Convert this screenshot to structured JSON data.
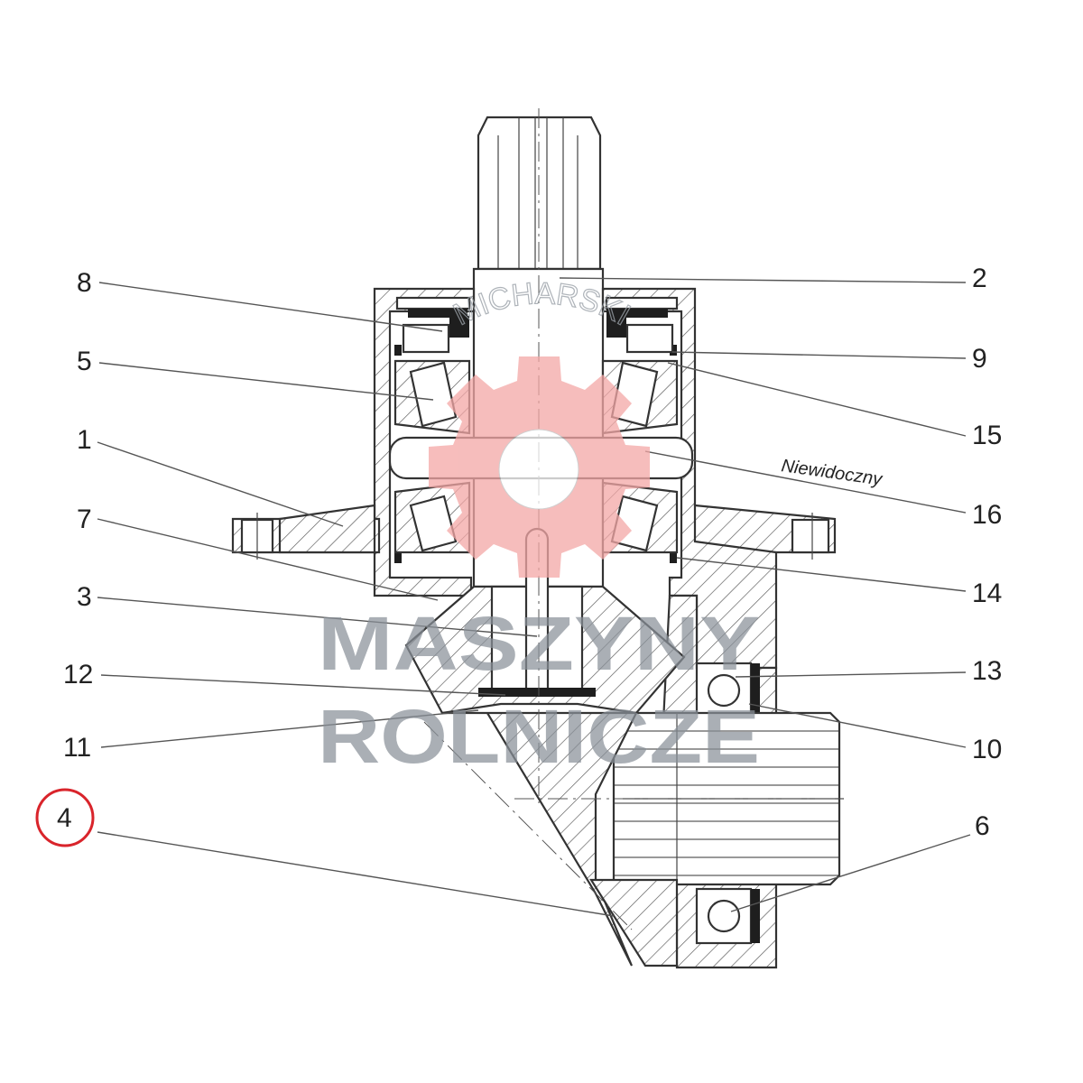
{
  "diagram": {
    "part_labels": [
      "8",
      "5",
      "1",
      "7",
      "3",
      "12",
      "11",
      "4",
      "2",
      "9",
      "15",
      "16",
      "14",
      "13",
      "10",
      "6"
    ],
    "highlighted_part": "4",
    "note": "Niewidoczny"
  },
  "watermark": {
    "arc_text": "MICHARSKI",
    "line1": "MASZYNY",
    "line2": "ROLNICZE",
    "gear_color": "#f4a7a6",
    "text_color": "#8a9199"
  },
  "colors": {
    "highlight_circle": "#d9242b",
    "ink": "#333333"
  }
}
